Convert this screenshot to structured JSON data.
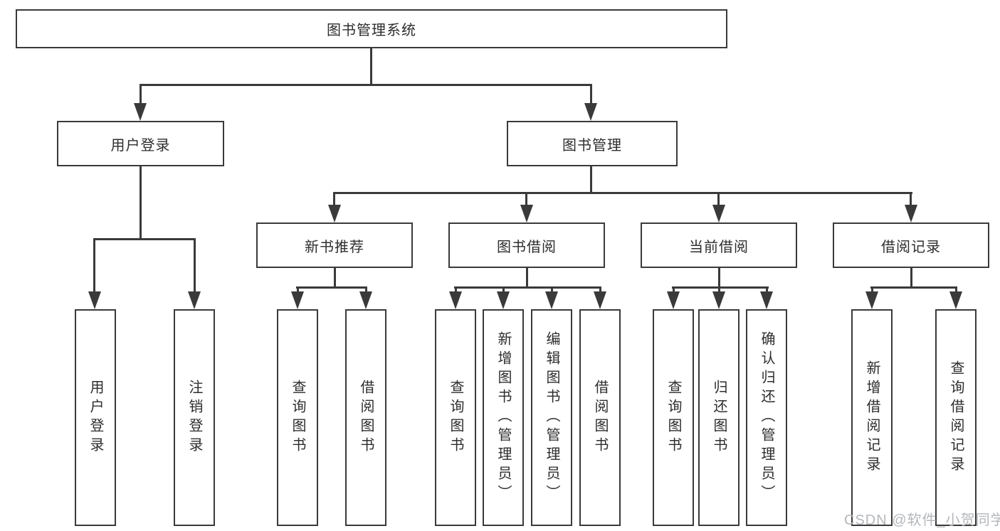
{
  "colors": {
    "line": "#3a3a3a",
    "box_border": "#3a3a3a",
    "text": "#2d2d2d",
    "background": "#ffffff",
    "watermark": "#b4b7bb"
  },
  "watermark": {
    "text": "CSDN @软件_小贺同学"
  },
  "tree": {
    "label": "图书管理系统",
    "children": [
      {
        "label": "用户登录",
        "children": [
          {
            "label": "用户登录"
          },
          {
            "label": "注销登录"
          }
        ]
      },
      {
        "label": "图书管理",
        "children": [
          {
            "label": "新书推荐",
            "children": [
              {
                "label": "查询图书"
              },
              {
                "label": "借阅图书"
              }
            ]
          },
          {
            "label": "图书借阅",
            "children": [
              {
                "label": "查询图书"
              },
              {
                "label": "新增图书（管理员）"
              },
              {
                "label": "编辑图书（管理员）"
              },
              {
                "label": "借阅图书"
              }
            ]
          },
          {
            "label": "当前借阅",
            "children": [
              {
                "label": "查询图书"
              },
              {
                "label": "归还图书"
              },
              {
                "label": "确认归还（管理员）"
              }
            ]
          },
          {
            "label": "借阅记录",
            "children": [
              {
                "label": "新增借阅记录"
              },
              {
                "label": "查询借阅记录"
              }
            ]
          }
        ]
      }
    ]
  }
}
